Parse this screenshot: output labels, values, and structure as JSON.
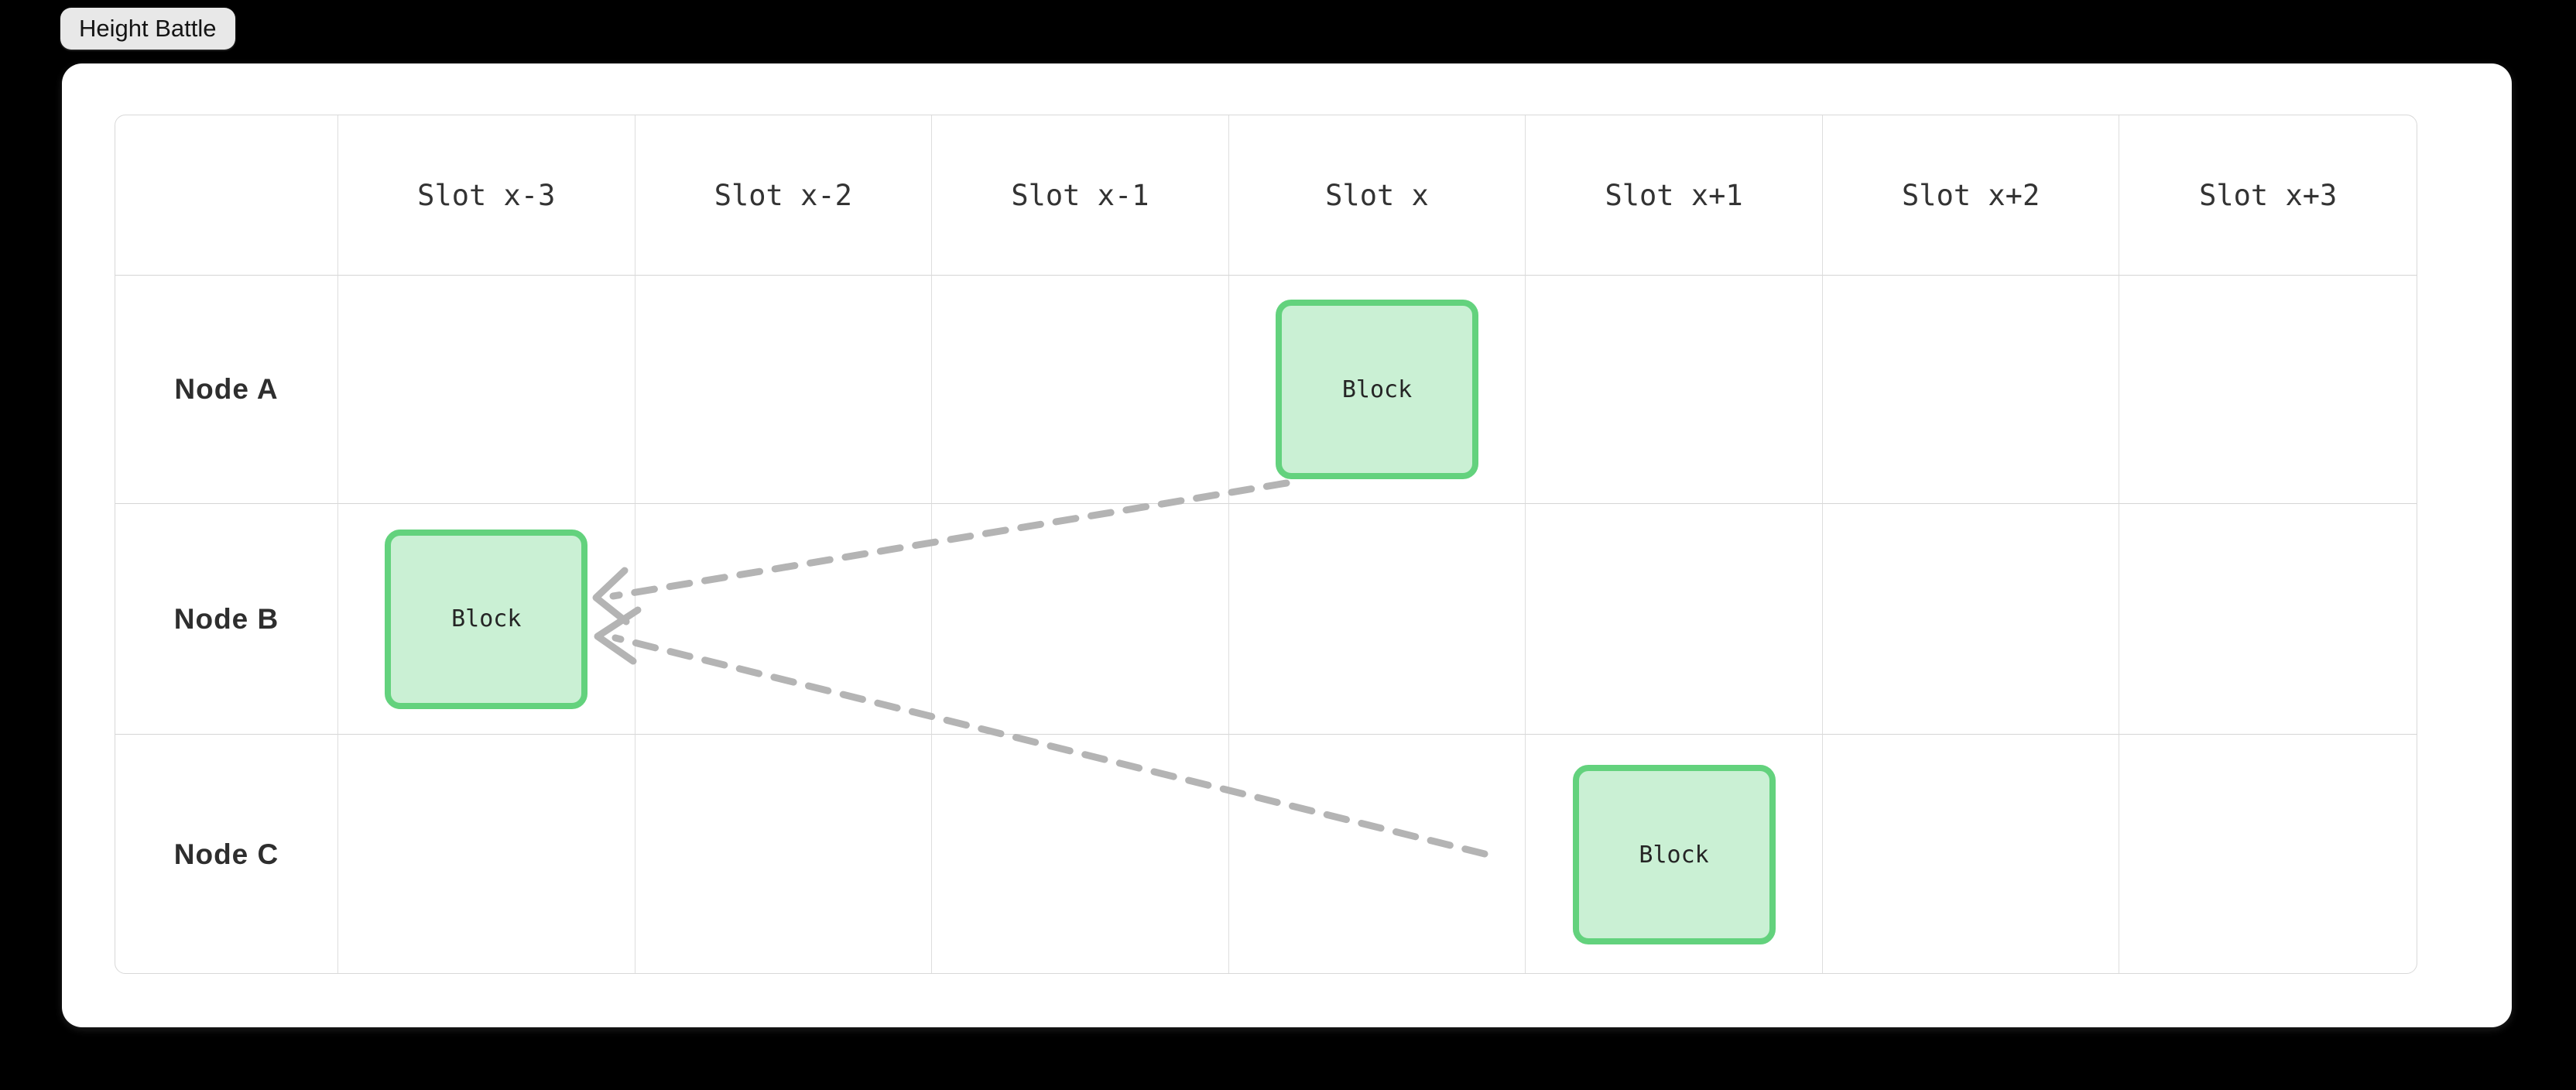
{
  "title": {
    "label": "Height Battle"
  },
  "colors": {
    "page_background": "#000000",
    "card_background": "#ffffff",
    "badge_background": "#e8e8e8",
    "grid_line": "#dcdcdc",
    "block_fill": "#caf0d4",
    "block_border": "#63d27d",
    "arrow": "#b4b4b4",
    "header_text": "#333333",
    "row_label_text": "#2e2e2e"
  },
  "grid": {
    "corner_header": "",
    "column_headers": [
      "Slot x-3",
      "Slot x-2",
      "Slot x-1",
      "Slot x",
      "Slot x+1",
      "Slot x+2",
      "Slot x+3"
    ],
    "rows": [
      {
        "label": "Node A",
        "cells": [
          {
            "block": null
          },
          {
            "block": null
          },
          {
            "block": null
          },
          {
            "block": {
              "label": "Block"
            }
          },
          {
            "block": null
          },
          {
            "block": null
          },
          {
            "block": null
          }
        ]
      },
      {
        "label": "Node B",
        "cells": [
          {
            "block": {
              "label": "Block"
            }
          },
          {
            "block": null
          },
          {
            "block": null
          },
          {
            "block": null
          },
          {
            "block": null
          },
          {
            "block": null
          },
          {
            "block": null
          }
        ]
      },
      {
        "label": "Node C",
        "cells": [
          {
            "block": null
          },
          {
            "block": null
          },
          {
            "block": null
          },
          {
            "block": null
          },
          {
            "block": {
              "label": "Block"
            }
          },
          {
            "block": null
          },
          {
            "block": null
          }
        ]
      }
    ]
  },
  "connectors": [
    {
      "name": "node-a-to-node-b",
      "from": {
        "row": "Node A",
        "column": "Slot x"
      },
      "to": {
        "row": "Node B",
        "column": "Slot x-3"
      },
      "style": "dashed",
      "arrowhead": "end"
    },
    {
      "name": "node-c-to-node-b",
      "from": {
        "row": "Node C",
        "column": "Slot x+1"
      },
      "to": {
        "row": "Node B",
        "column": "Slot x-3"
      },
      "style": "dashed",
      "arrowhead": "end"
    }
  ]
}
